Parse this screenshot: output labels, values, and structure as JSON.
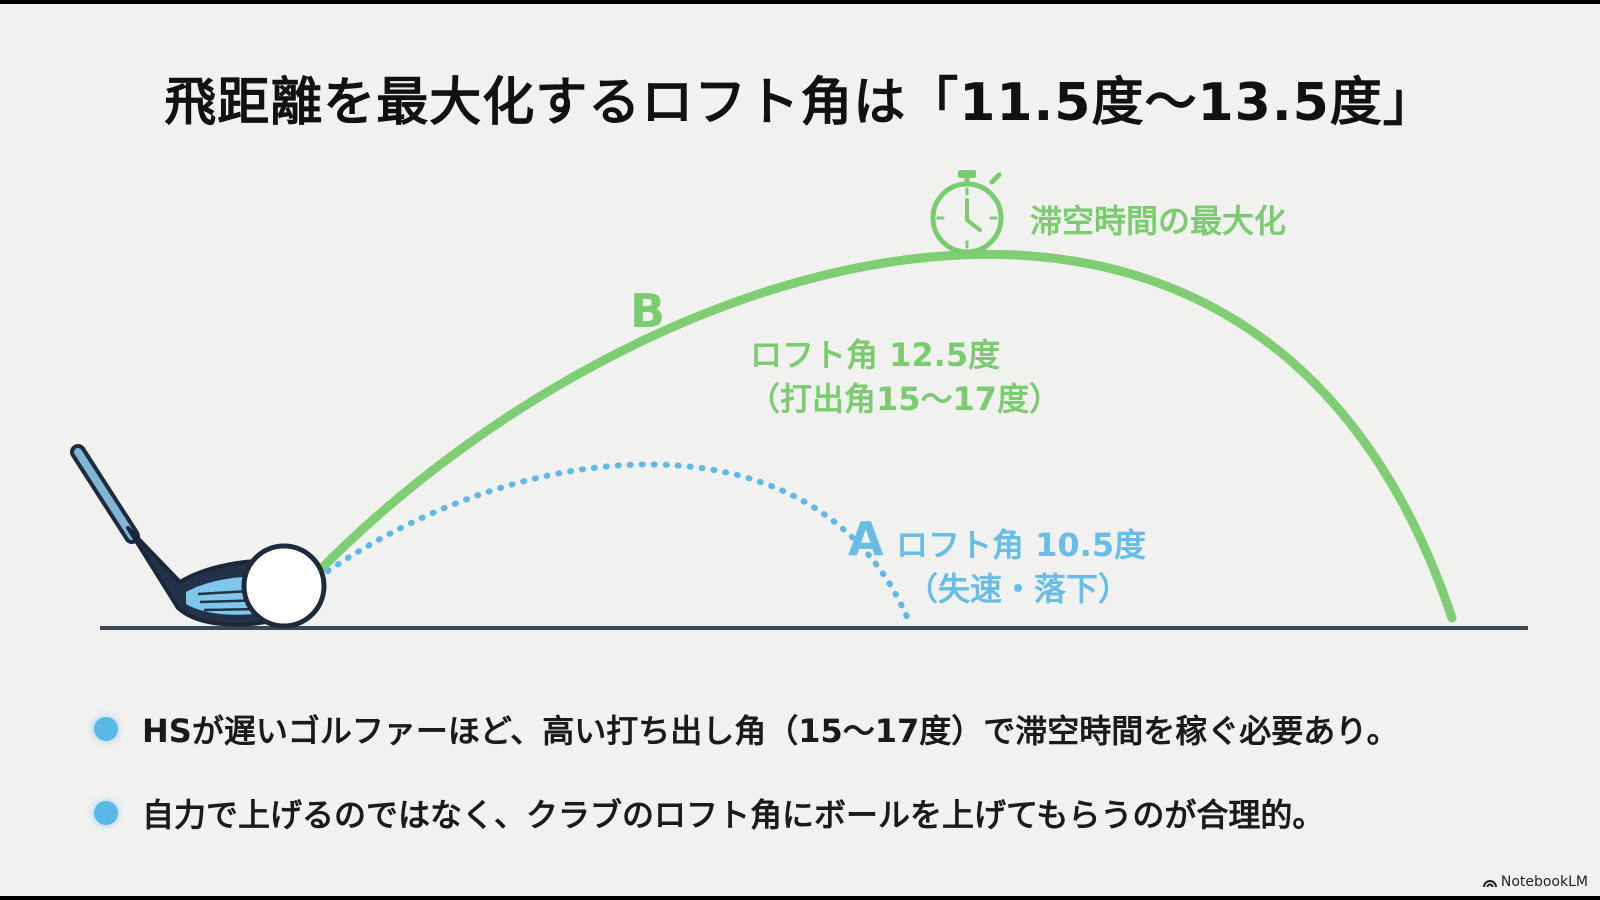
{
  "title": "飛距離を最大化するロフト角は「11.5度〜13.5度」",
  "diagram": {
    "hang_time_label": "滞空時間の最大化",
    "trajectory_b": {
      "letter": "B",
      "line1": "ロフト角 12.5度",
      "line2": "（打出角15〜17度）",
      "color": "#7bcc70"
    },
    "trajectory_a": {
      "letter": "A",
      "line1": "ロフト角 10.5度",
      "line2": "（失速・落下）",
      "color": "#68bde6"
    },
    "icons": [
      "stopwatch-icon",
      "golf-club-icon",
      "golf-ball-icon"
    ]
  },
  "bullets": [
    "HSが遅いゴルファーほど、高い打ち出し角（15〜17度）で滞空時間を稼ぐ必要あり。",
    "自力で上げるのではなく、クラブのロフト角にボールを上げてもらうのが合理的。"
  ],
  "brand": "NotebookLM"
}
